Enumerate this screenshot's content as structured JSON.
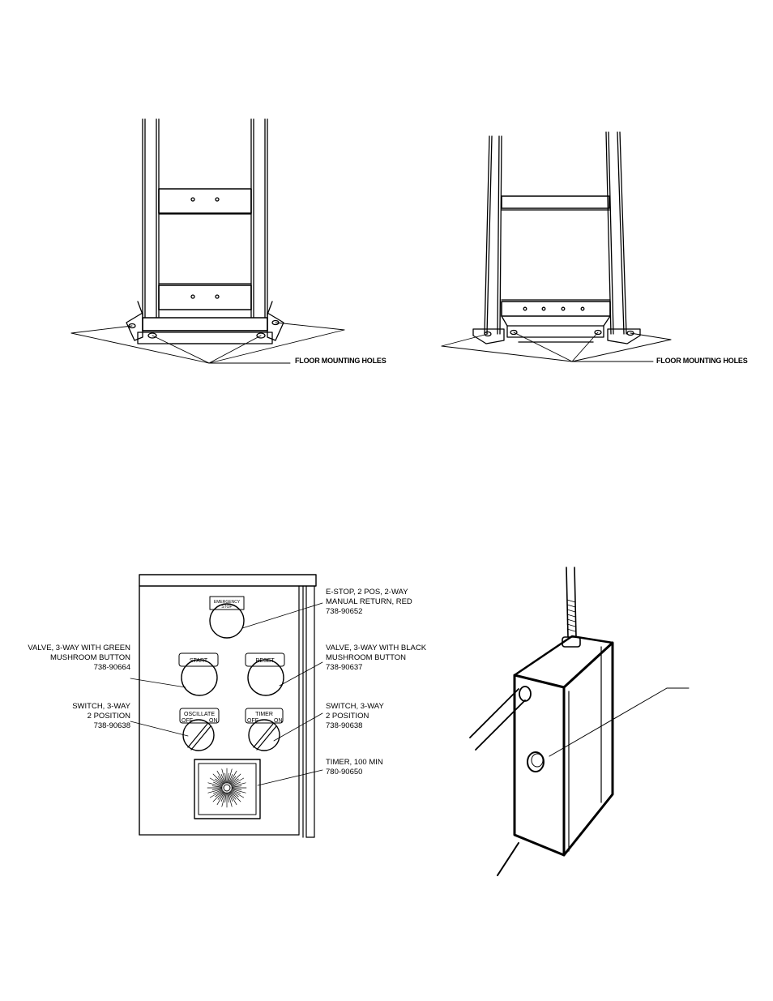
{
  "figures": {
    "stand_left": {
      "label": "FLOOR  MOUNTING HOLES"
    },
    "stand_right": {
      "label": "FLOOR  MOUNTING HOLES"
    },
    "panel": {
      "buttons": {
        "emergency_stop_line1": "EMERGENCY",
        "emergency_stop_line2": "STOP",
        "start": "START",
        "reset": "RESET",
        "oscillate": "OSCILLATE",
        "timer": "TIMER",
        "off": "OFF",
        "on": "ON"
      },
      "callouts": {
        "estop": [
          "E-STOP, 2 POS, 2-WAY",
          "MANUAL RETURN, RED",
          "738-90652"
        ],
        "valve_green": [
          "VALVE, 3-WAY WITH GREEN",
          "MUSHROOM BUTTON",
          "738-90664"
        ],
        "valve_black": [
          "VALVE, 3-WAY WITH BLACK",
          "MUSHROOM BUTTON",
          "738-90637"
        ],
        "switch_left": [
          "SWITCH, 3-WAY",
          "2 POSITION",
          "738-90638"
        ],
        "switch_right": [
          "SWITCH, 3-WAY",
          "2 POSITION",
          "738-90638"
        ],
        "timer": [
          "TIMER, 100 MIN",
          "780-90650"
        ]
      }
    }
  }
}
